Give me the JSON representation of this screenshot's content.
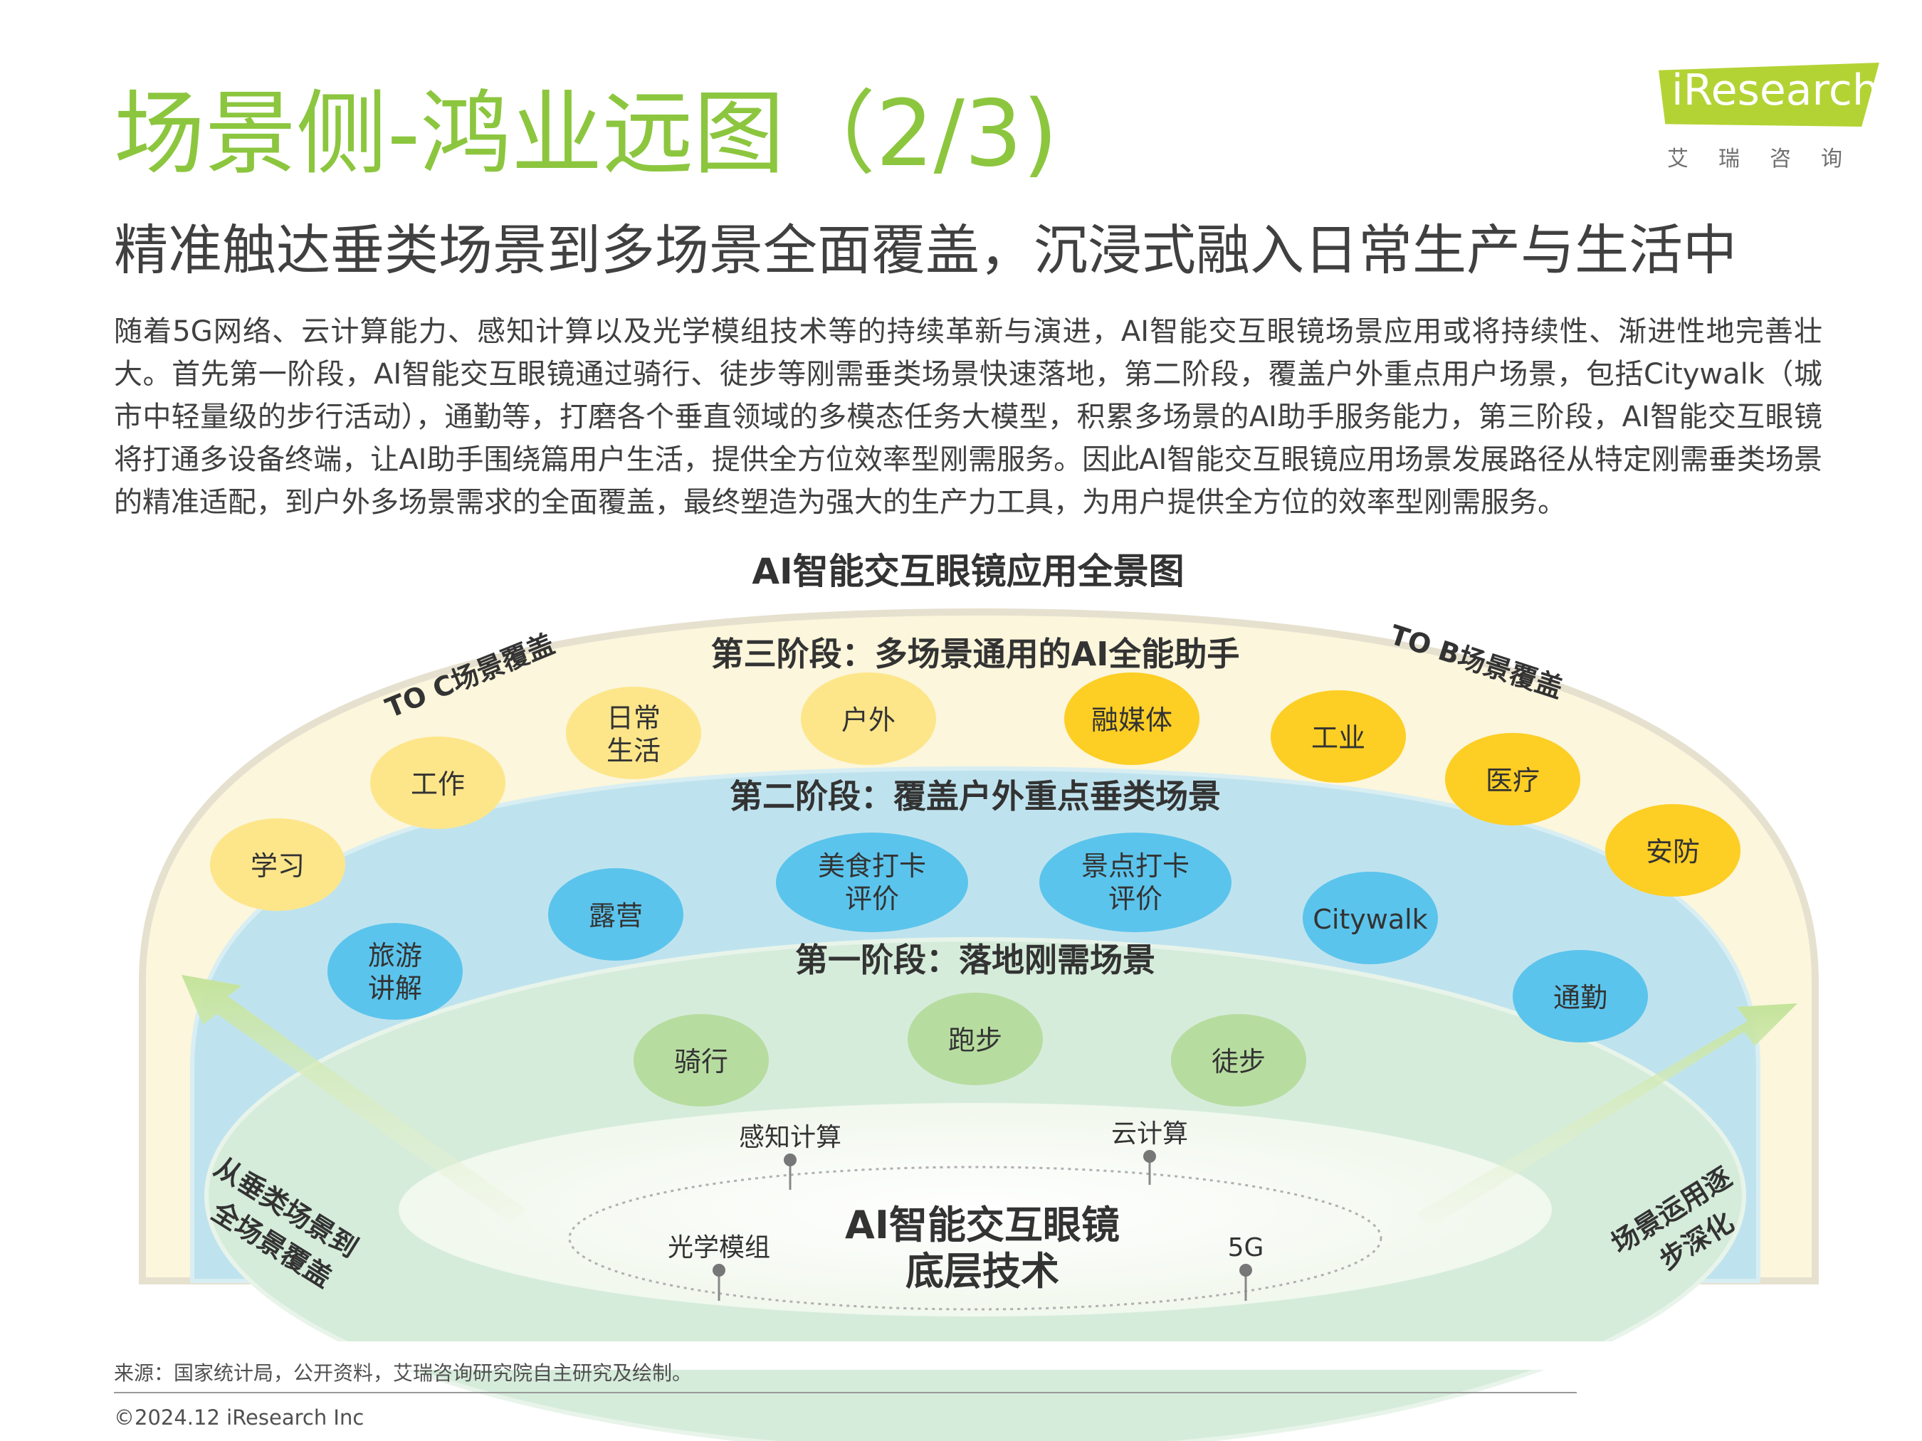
{
  "header": {
    "title": "场景侧-鸿业远图（2/3)",
    "subtitle": "精准触达垂类场景到多场景全面覆盖，沉浸式融入日常生产与生活中"
  },
  "logo": {
    "text": "iResearch",
    "subtext": "艾瑞咨询"
  },
  "body_text": "随着5G网络、云计算能力、感知计算以及光学模组技术等的持续革新与演进，AI智能交互眼镜场景应用或将持续性、渐进性地完善壮大。首先第一阶段，AI智能交互眼镜通过骑行、徒步等刚需垂类场景快速落地，第二阶段，覆盖户外重点用户场景，包括Citywalk（城市中轻量级的步行活动），通勤等，打磨各个垂直领域的多模态任务大模型，积累多场景的AI助手服务能力，第三阶段，AI智能交互眼镜将打通多设备终端，让AI助手围绕篇用户生活，提供全方位效率型刚需服务。因此AI智能交互眼镜应用场景发展路径从特定刚需垂类场景的精准适配，到户外多场景需求的全面覆盖，最终塑造为强大的生产力工具，为用户提供全方位的效率型刚需服务。",
  "diagram": {
    "title": "AI智能交互眼镜应用全景图",
    "to_c": "TO C场景覆盖",
    "to_b": "TO B场景覆盖",
    "stage3": {
      "label": "第三阶段：多场景通用的AI全能助手",
      "bubbles": [
        "学习",
        "工作",
        "日常生活",
        "户外",
        "融媒体",
        "工业",
        "医疗",
        "安防"
      ],
      "color": "#fde68a"
    },
    "stage2": {
      "label": "第二阶段：覆盖户外重点垂类场景",
      "bubbles": [
        "旅游讲解",
        "露营",
        "美食打卡评价",
        "景点打卡评价",
        "Citywalk",
        "通勤"
      ],
      "color": "#5bc4ec"
    },
    "stage1": {
      "label": "第一阶段：落地刚需场景",
      "bubbles": [
        "骑行",
        "跑步",
        "徒步"
      ],
      "color": "#b7dca0"
    },
    "core": {
      "label_line1": "AI智能交互眼镜",
      "label_line2": "底层技术",
      "tech": [
        "感知计算",
        "云计算",
        "光学模组",
        "5G"
      ]
    },
    "left_arrow_text": [
      "从垂类场景到",
      "全场景覆盖"
    ],
    "right_arrow_text": [
      "场景运用逐",
      "步深化"
    ]
  },
  "footer": {
    "source": "来源：国家统计局，公开资料，艾瑞咨询研究院自主研究及绘制。",
    "copyright": "©2024.12 iResearch Inc"
  }
}
